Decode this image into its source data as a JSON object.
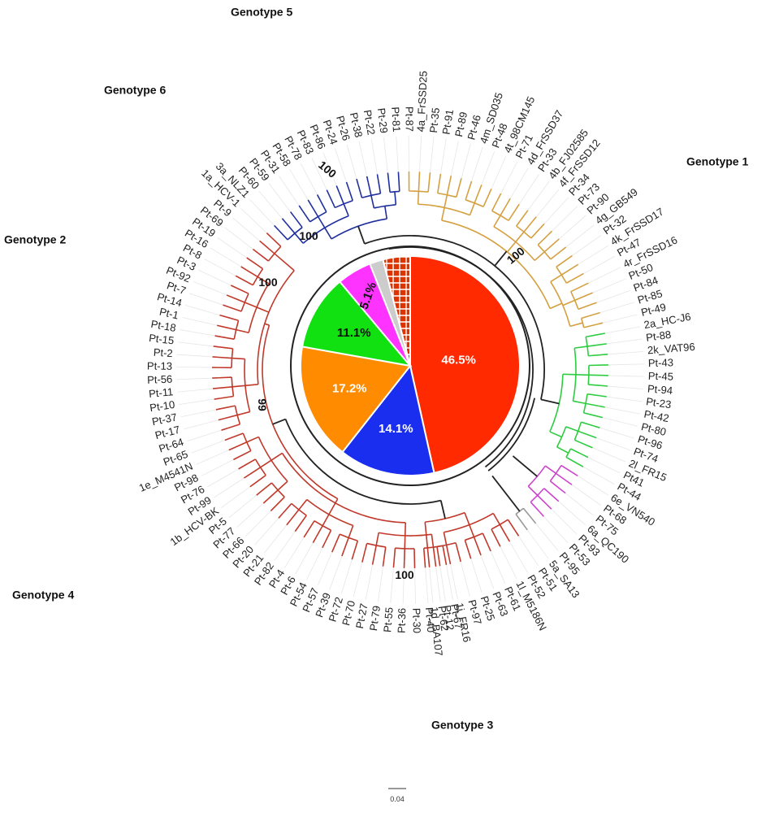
{
  "genotype_labels": [
    {
      "key": "g1",
      "text": "Genotype 1"
    },
    {
      "key": "g2",
      "text": "Genotype 2"
    },
    {
      "key": "g3",
      "text": "Genotype 3"
    },
    {
      "key": "g4",
      "text": "Genotype 4"
    },
    {
      "key": "g5",
      "text": "Genotype 5"
    },
    {
      "key": "g6",
      "text": "Genotype 6"
    }
  ],
  "clades": [
    {
      "genotype": "1",
      "color": "#c0392b",
      "tips": [
        "Pt-67",
        "Pt-62",
        "Pt-40",
        "Pt-30",
        "Pt-36",
        "Pt-55",
        "Pt-79",
        "Pt-27",
        "Pt-70",
        "Pt-72",
        "Pt-39",
        "Pt-57",
        "Pt-54",
        "Pt-6",
        "Pt-4",
        "Pt-82",
        "Pt-21",
        "Pt-20",
        "Pt-66",
        "Pt-77",
        "Pt-5",
        "1b_HCV-BK",
        "Pt-99",
        "Pt-76",
        "Pt-98",
        "1e_M4541N",
        "Pt-65",
        "Pt-64",
        "Pt-17",
        "Pt-37",
        "Pt-10",
        "Pt-11",
        "Pt-56",
        "Pt-13",
        "Pt-2",
        "Pt-15",
        "Pt-18",
        "Pt-1",
        "Pt-14",
        "Pt-7",
        "Pt-92",
        "Pt-3",
        "Pt-8",
        "Pt-16",
        "Pt-19",
        "Pt-69",
        "Pt-9",
        "1a_HCV-1"
      ]
    },
    {
      "genotype": "3",
      "color": "#1f2f9e",
      "tips": [
        "3a_NLZ1",
        "Pt-60",
        "Pt-59",
        "Pt-31",
        "Pt-58",
        "Pt-78",
        "Pt-83",
        "Pt-86",
        "Pt-24",
        "Pt-26",
        "Pt-38",
        "Pt-22",
        "Pt-29",
        "Pt-81"
      ]
    },
    {
      "genotype": "4",
      "color": "#d4a040",
      "tips": [
        "Pt-87",
        "4a_FrSSD25",
        "Pt-35",
        "Pt-91",
        "Pt-89",
        "Pt-46",
        "4m_SD035",
        "Pt-48",
        "4t_98CM145",
        "Pt-71",
        "4d_FrSSD37",
        "Pt-33",
        "4b_FJ02585",
        "4f_FrSSD12",
        "Pt-34",
        "Pt-73",
        "Pt-90",
        "4g_GB549",
        "Pt-32",
        "4k_FrSSD17",
        "Pt-47",
        "4r_FrSSD16",
        "Pt-50",
        "Pt-84",
        "Pt-85",
        "Pt-49"
      ]
    },
    {
      "genotype": "2",
      "color": "#2ecc40",
      "tips": [
        "2a_HC-J6",
        "Pt-88",
        "2k_VAT96",
        "Pt-43",
        "Pt-45",
        "Pt-94",
        "Pt-23",
        "Pt-42",
        "Pt-80",
        "Pt-96",
        "Pt-74",
        "2l_FR15",
        "Pt41",
        "Pt-44"
      ]
    },
    {
      "genotype": "6",
      "color": "#cc44cc",
      "tips": [
        "6e_VN540",
        "Pt-68",
        "Pt-75",
        "6a_QC190",
        "Pt-93",
        "Pt-53"
      ]
    },
    {
      "genotype": "5",
      "color": "#999999",
      "tips": [
        "Pt-95",
        "5a_SA13"
      ]
    },
    {
      "genotype": "1",
      "color": "#c0392b",
      "tips": [
        "Pt-51",
        "Pt-52",
        "1l_M5186N",
        "Pt-61",
        "Pt-63",
        "Pt-25",
        "Pt-97",
        "1i_FR16",
        "Pt-12",
        "1d_BA107"
      ]
    }
  ],
  "bootstrap": [
    {
      "key": "b1",
      "text": "100"
    },
    {
      "key": "b2",
      "text": "100"
    },
    {
      "key": "b3",
      "text": "100"
    },
    {
      "key": "b4",
      "text": "100"
    },
    {
      "key": "b5",
      "text": "99"
    },
    {
      "key": "b6",
      "text": "100"
    }
  ],
  "chart_data": {
    "type": "pie",
    "slices": [
      {
        "label": "46.5%",
        "value": 46.5,
        "color": "#ff2a00"
      },
      {
        "label": "14.1%",
        "value": 14.1,
        "color": "#1a2ef0"
      },
      {
        "label": "17.2%",
        "value": 17.2,
        "color": "#ff8c00"
      },
      {
        "label": "11.1%",
        "value": 11.1,
        "color": "#11e011"
      },
      {
        "label": "5.1%",
        "value": 5.1,
        "color": "#ff33ff"
      },
      {
        "label": "",
        "value": 2.0,
        "color": "#cccccc"
      },
      {
        "label": "",
        "value": 4.0,
        "color": "#dd3300"
      }
    ]
  },
  "scale_bar": {
    "label": "0.04"
  }
}
